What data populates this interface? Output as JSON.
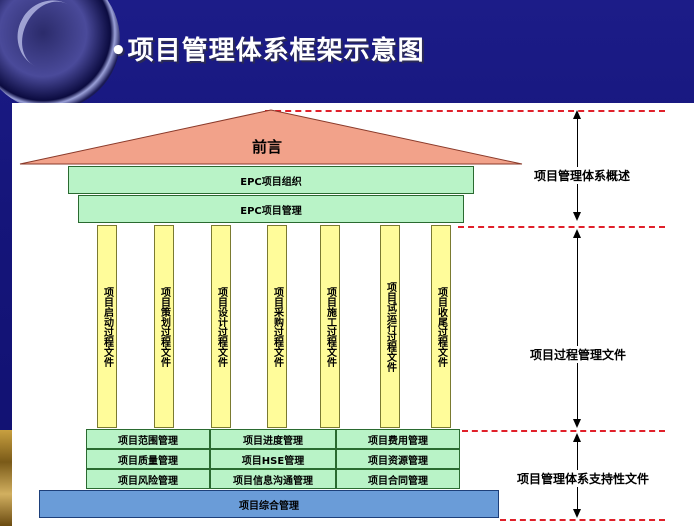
{
  "slide": {
    "title": "•项目管理体系框架示意图"
  },
  "roof": {
    "label": "前言"
  },
  "top_bars": [
    "EPC项目组织",
    "EPC项目管理"
  ],
  "pillars": [
    "项目启动过程文件",
    "项目策划过程文件",
    "项目设计过程文件",
    "项目采购过程文件",
    "项目施工过程文件",
    "项目试运行过程文件",
    "项目收尾过程文件"
  ],
  "base_grid": [
    [
      "项目范围管理",
      "项目进度管理",
      "项目费用管理"
    ],
    [
      "项目质量管理",
      "项目HSE管理",
      "项目资源管理"
    ],
    [
      "项目风险管理",
      "项目信息沟通管理",
      "项目合同管理"
    ]
  ],
  "foundation": "项目综合管理",
  "side_labels": {
    "overview": "项目管理体系概述",
    "process": "项目过程管理文件",
    "support": "项目管理体系支持性文件"
  },
  "colors": {
    "roof": "#f2a28a",
    "bar": "#b9f3c7",
    "pillar": "#fffc9a",
    "foundation": "#6a9cd8",
    "dash": "#e0202a",
    "background": "#1c1c88"
  }
}
